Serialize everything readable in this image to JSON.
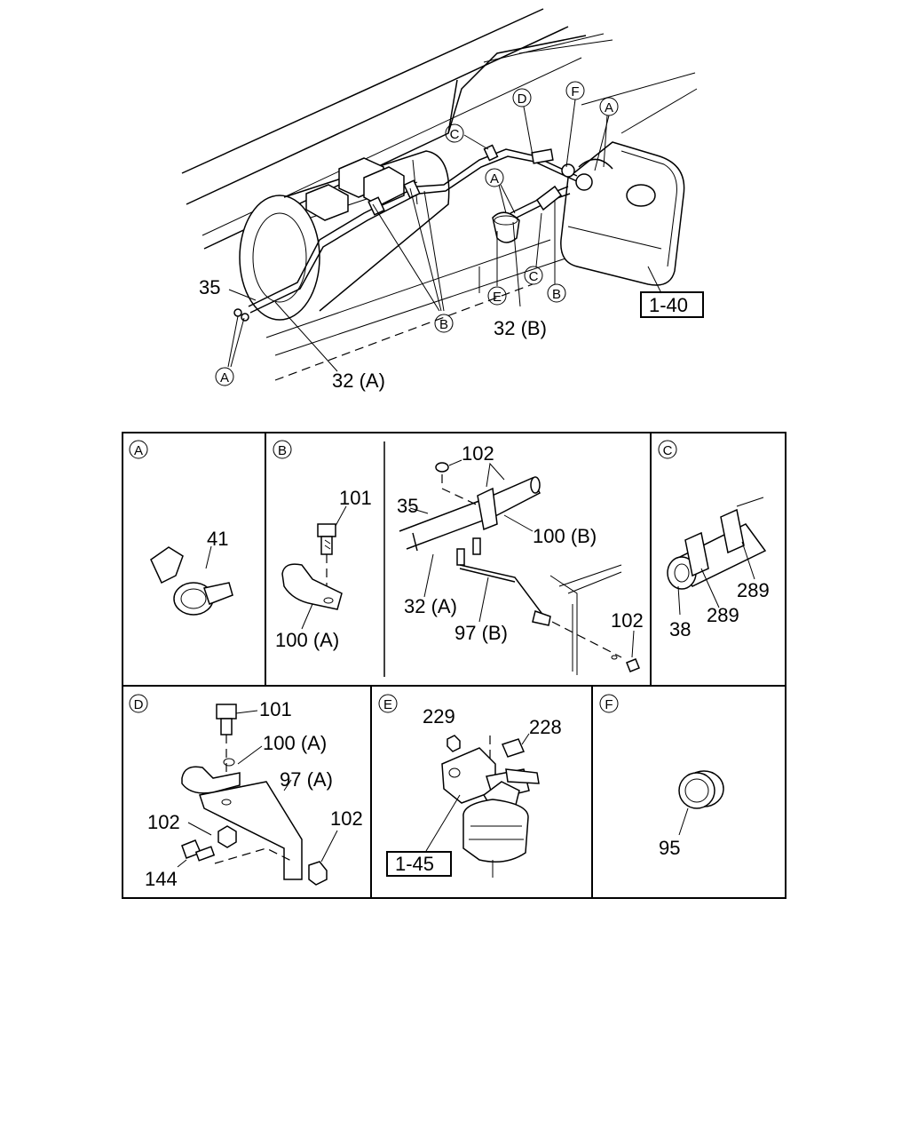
{
  "overview": {
    "callouts": {
      "a_top": "A",
      "a_mid": "A",
      "a_bottom": "A",
      "b_lower": "B",
      "b_right": "B",
      "c_top": "C",
      "c_mid": "C",
      "d_top": "D",
      "e_bottom": "E",
      "f_top": "F"
    },
    "labels": {
      "p35": "35",
      "p32a": "32 (A)",
      "p32b": "32 (B)",
      "ref140": "1-40"
    }
  },
  "panels": {
    "a": {
      "key": "A",
      "p41": "41"
    },
    "b": {
      "key": "B",
      "p101": "101",
      "p100a": "100 (A)"
    },
    "center": {
      "p102top": "102",
      "p35": "35",
      "p100b": "100 (B)",
      "p32a": "32 (A)",
      "p97b": "97 (B)",
      "p102bot": "102"
    },
    "c": {
      "key": "C",
      "p289a": "289",
      "p289b": "289",
      "p38": "38"
    },
    "d": {
      "key": "D",
      "p101": "101",
      "p100a": "100 (A)",
      "p97a": "97 (A)",
      "p102a": "102",
      "p102b": "102",
      "p144": "144"
    },
    "e": {
      "key": "E",
      "p229": "229",
      "p228": "228",
      "ref145": "1-45"
    },
    "f": {
      "key": "F",
      "p95": "95"
    }
  }
}
